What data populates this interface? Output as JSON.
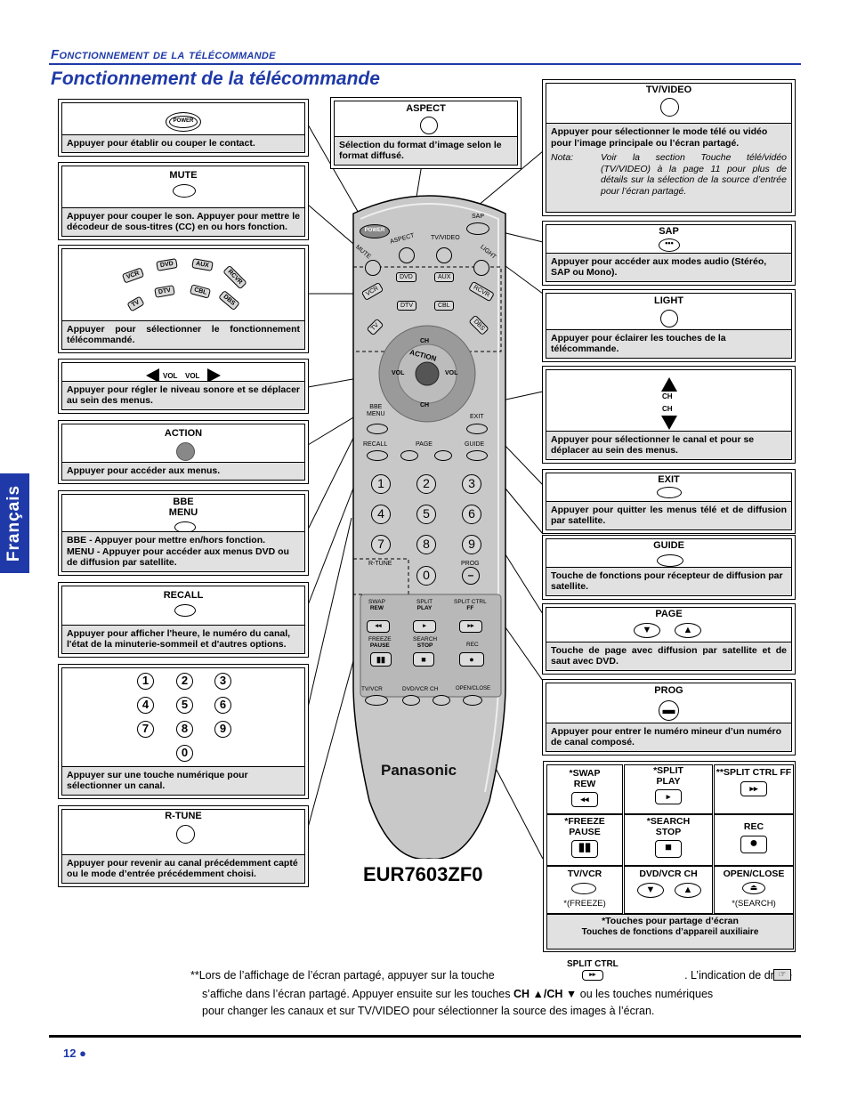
{
  "header": {
    "section": "Fonctionnement de la télécommande",
    "title": "Fonctionnement de la télécommande",
    "tab": "Français"
  },
  "left": {
    "power": {
      "btn": "POWER",
      "desc": "Appuyer pour établir ou couper le contact."
    },
    "mute": {
      "label": "MUTE",
      "desc": "Appuyer pour couper le son. Appuyer pour mettre le décodeur de sous-titres (CC) en ou hors fonction."
    },
    "modes": {
      "buttons": [
        "VCR",
        "DVD",
        "AUX",
        "RCVR",
        "TV",
        "DTV",
        "CBL",
        "DBS"
      ],
      "desc": "Appuyer pour sélectionner le fonctionnement télécommandé."
    },
    "vol": {
      "left": "VOL",
      "right": "VOL",
      "desc": "Appuyer pour régler le niveau sonore et se déplacer au sein des menus."
    },
    "action": {
      "label": "ACTION",
      "desc": "Appuyer pour accéder aux menus."
    },
    "bbe": {
      "label1": "BBE",
      "label2": "MENU",
      "l1": "BBE - Appuyer pour mettre en/hors fonction.",
      "l2b": "MENU - ",
      "l2": "Appuyer pour accéder aux menus DVD ou de diffusion par satellite."
    },
    "recall": {
      "label": "RECALL",
      "desc": "Appuyer pour afficher l'heure, le numéro du canal, l'état de la minuterie-sommeil et d'autres options."
    },
    "numbers": {
      "keys": [
        "1",
        "2",
        "3",
        "4",
        "5",
        "6",
        "7",
        "8",
        "9",
        "0"
      ],
      "desc": "Appuyer sur une touche numérique pour sélectionner un canal."
    },
    "rtune": {
      "label": "R-TUNE",
      "desc": "Appuyer pour revenir au canal précédemment capté ou le mode d’entrée précédemment choisi."
    }
  },
  "mid": {
    "aspect": {
      "label": "ASPECT",
      "desc": "Sélection du format d’image selon le format diffusé."
    },
    "model": "EUR7603ZF0"
  },
  "remote": {
    "brand": "Panasonic",
    "top": [
      "POWER",
      "ASPECT",
      "TV/VIDEO",
      "SAP",
      "MUTE",
      "LIGHT"
    ],
    "modes": [
      "VCR",
      "DVD",
      "AUX",
      "RCVR",
      "TV",
      "DTV",
      "CBL",
      "DBS"
    ],
    "ring": {
      "ch": "CH",
      "action": "ACTION",
      "vol": "VOL"
    },
    "labels": {
      "bbe": "BBE",
      "menu": "MENU",
      "exit": "EXIT",
      "recall": "RECALL",
      "page": "PAGE",
      "guide": "GUIDE",
      "rtune": "R-TUNE",
      "prog": "PROG"
    },
    "keys": [
      "1",
      "2",
      "3",
      "4",
      "5",
      "6",
      "7",
      "8",
      "9",
      "0"
    ],
    "lower": {
      "swap": "SWAP",
      "rew": "REW",
      "split": "SPLIT",
      "play": "PLAY",
      "splitctrl": "SPLIT CTRL",
      "ff": "FF",
      "freeze": "FREEZE",
      "pause": "PAUSE",
      "search": "SEARCH",
      "stop": "STOP",
      "rec": "REC",
      "tvvcr": "TV/VCR",
      "dvdch": "DVD/VCR CH",
      "openclose": "OPEN/CLOSE"
    }
  },
  "right": {
    "tvvideo": {
      "label": "TV/VIDEO",
      "desc": "Appuyer pour sélectionner le mode télé ou vidéo pour l’image principale ou l’écran partagé.",
      "nota": "Nota:",
      "note": "Voir la section Touche télé/vidéo (TV/VIDEO) à la page 11 pour plus de détails sur la sélection de la source d’entrée pour l’écran partagé."
    },
    "sap": {
      "label": "SAP",
      "desc": "Appuyer pour accéder aux modes audio (Stéréo, SAP ou Mono)."
    },
    "light": {
      "label": "LIGHT",
      "desc": "Appuyer pour éclairer les touches de la télécommande."
    },
    "ch": {
      "up": "CH",
      "down": "CH",
      "desc": "Appuyer pour sélectionner le canal et pour se déplacer au sein des menus."
    },
    "exit": {
      "label": "EXIT",
      "desc": "Appuyer pour quitter les menus télé et de diffusion par satellite."
    },
    "guide": {
      "label": "GUIDE",
      "desc": "Touche de fonctions pour récepteur de diffusion par satellite."
    },
    "page": {
      "label": "PAGE",
      "desc": "Touche de page avec diffusion par satellite et de saut avec DVD."
    },
    "prog": {
      "label": "PROG",
      "desc": "Appuyer pour entrer le numéro mineur d’un numéro de canal composé."
    },
    "grid": {
      "c1": "*SWAP REW",
      "c2": "*SPLIT PLAY",
      "c3": "**SPLIT CTRL FF",
      "c4": "*FREEZE PAUSE",
      "c5": "*SEARCH STOP",
      "c6": "REC",
      "c7": "TV/VCR",
      "c8": "DVD/VCR CH",
      "c9": "OPEN/CLOSE",
      "n7": "*(FREEZE)",
      "n9": "*(SEARCH)",
      "foot1": "*Touches pour partage d’écran",
      "foot2": "Touches de fonctions d’appareil auxiliaire"
    }
  },
  "footnote": {
    "a": "**Lors de l’affichage de l’écran partagé, appuyer sur la touche",
    "splitctrl": "SPLIT CTRL",
    "b": ". L’indication de droite",
    "c": "s’affiche dans l’écran partagé. Appuyer ensuite sur les touches",
    "ch": "CH ▲/CH ▼",
    "d": "ou les touches numériques",
    "e": "pour changer les canaux et sur TV/VIDEO pour sélectionner la source des images à l’écran."
  },
  "page_number": "12 ●"
}
